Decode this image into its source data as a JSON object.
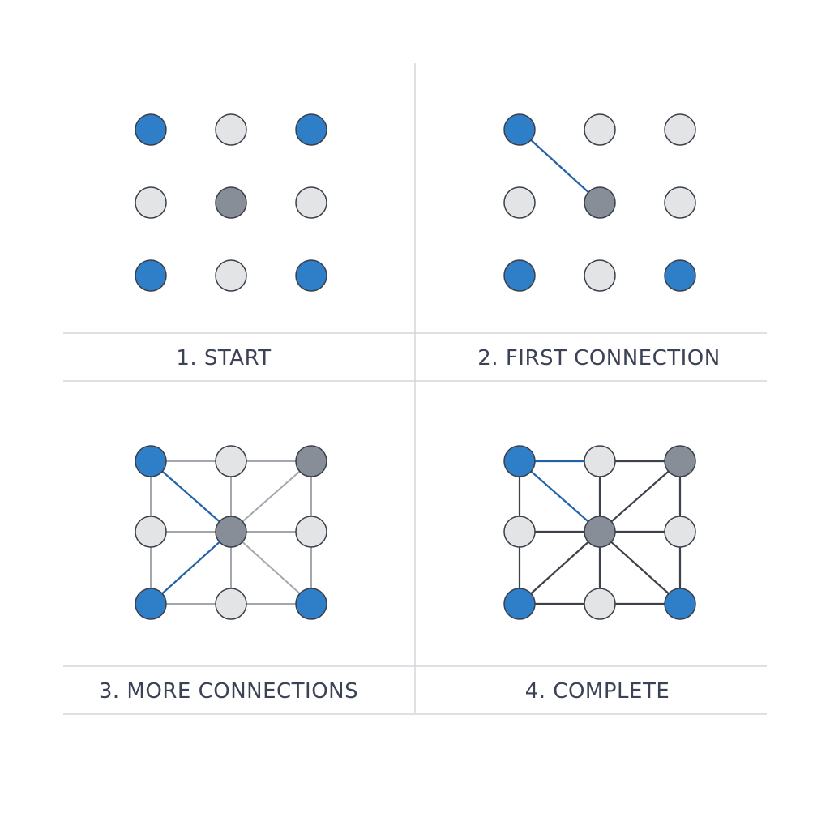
{
  "colors": {
    "blue_node": "#2f7fc8",
    "light_node": "#e3e4e6",
    "gray_node": "#878e98",
    "blue_edge": "#2262a8",
    "gray_edge": "#a4a7ad",
    "dark_edge": "#3d414b",
    "divider": "#d3d6dc"
  },
  "panels": [
    {
      "caption": "1. START",
      "nodes": [
        "blue",
        "light",
        "blue",
        "light",
        "gray",
        "light",
        "blue",
        "light",
        "blue"
      ],
      "edges": []
    },
    {
      "caption": "2. FIRST CONNECTION",
      "nodes": [
        "blue",
        "light",
        "light",
        "light",
        "gray",
        "light",
        "blue",
        "light",
        "blue"
      ],
      "edges": [
        {
          "from": 0,
          "to": 4,
          "style": "blue"
        }
      ]
    },
    {
      "caption": "3. MORE CONNECTIONS",
      "nodes": [
        "blue",
        "light",
        "gray",
        "light",
        "gray",
        "light",
        "blue",
        "light",
        "blue"
      ],
      "edges": [
        {
          "from": 0,
          "to": 1,
          "style": "gray"
        },
        {
          "from": 1,
          "to": 2,
          "style": "gray"
        },
        {
          "from": 3,
          "to": 4,
          "style": "gray"
        },
        {
          "from": 4,
          "to": 5,
          "style": "gray"
        },
        {
          "from": 6,
          "to": 7,
          "style": "gray"
        },
        {
          "from": 7,
          "to": 8,
          "style": "gray"
        },
        {
          "from": 0,
          "to": 3,
          "style": "gray"
        },
        {
          "from": 3,
          "to": 6,
          "style": "gray"
        },
        {
          "from": 1,
          "to": 4,
          "style": "gray"
        },
        {
          "from": 4,
          "to": 7,
          "style": "gray"
        },
        {
          "from": 2,
          "to": 5,
          "style": "gray"
        },
        {
          "from": 5,
          "to": 8,
          "style": "gray"
        },
        {
          "from": 2,
          "to": 4,
          "style": "gray"
        },
        {
          "from": 4,
          "to": 8,
          "style": "gray"
        },
        {
          "from": 0,
          "to": 4,
          "style": "blue"
        },
        {
          "from": 4,
          "to": 6,
          "style": "blue"
        }
      ]
    },
    {
      "caption": "4. COMPLETE",
      "nodes": [
        "blue",
        "light",
        "gray",
        "light",
        "gray",
        "light",
        "blue",
        "light",
        "blue"
      ],
      "edges": [
        {
          "from": 0,
          "to": 1,
          "style": "blue"
        },
        {
          "from": 1,
          "to": 2,
          "style": "dark"
        },
        {
          "from": 3,
          "to": 4,
          "style": "dark"
        },
        {
          "from": 4,
          "to": 5,
          "style": "dark"
        },
        {
          "from": 6,
          "to": 7,
          "style": "dark"
        },
        {
          "from": 7,
          "to": 8,
          "style": "dark"
        },
        {
          "from": 0,
          "to": 3,
          "style": "dark"
        },
        {
          "from": 3,
          "to": 6,
          "style": "dark"
        },
        {
          "from": 1,
          "to": 4,
          "style": "dark"
        },
        {
          "from": 4,
          "to": 7,
          "style": "dark"
        },
        {
          "from": 2,
          "to": 5,
          "style": "dark"
        },
        {
          "from": 5,
          "to": 8,
          "style": "dark"
        },
        {
          "from": 2,
          "to": 4,
          "style": "dark"
        },
        {
          "from": 4,
          "to": 8,
          "style": "dark"
        },
        {
          "from": 4,
          "to": 6,
          "style": "dark"
        },
        {
          "from": 0,
          "to": 4,
          "style": "blue"
        }
      ]
    }
  ]
}
